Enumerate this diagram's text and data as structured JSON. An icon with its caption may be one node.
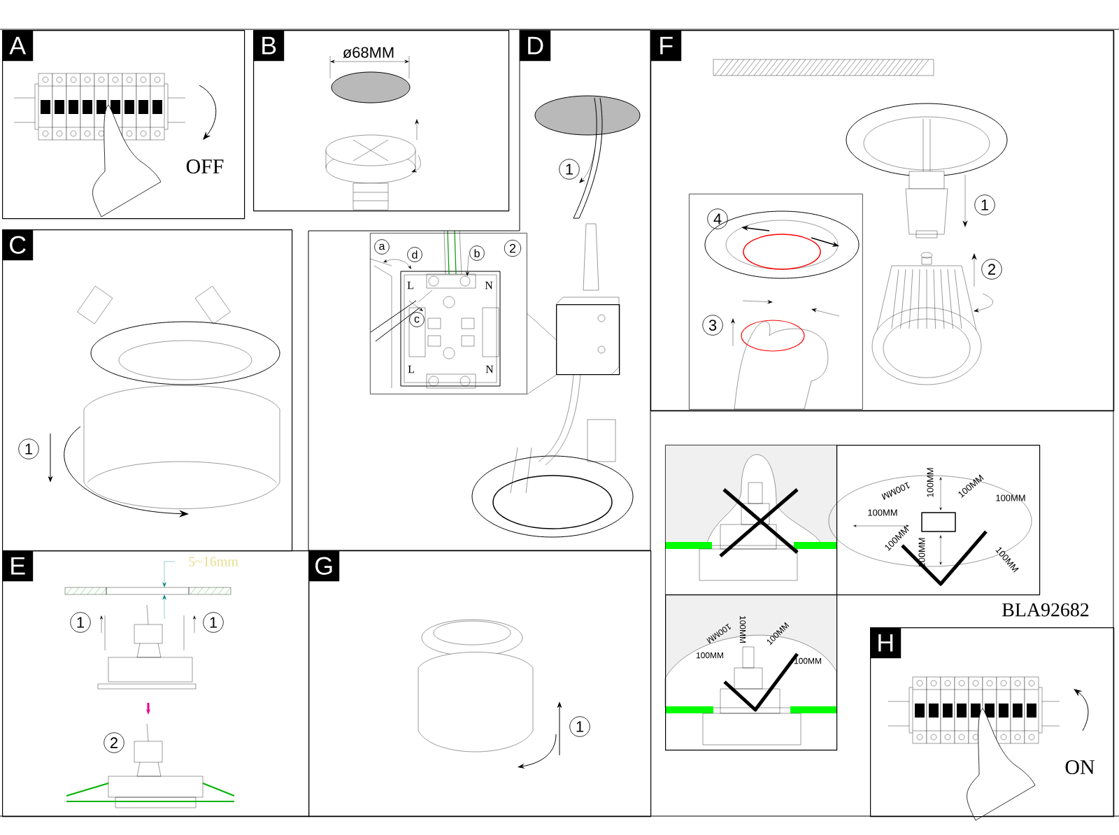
{
  "diagram": {
    "nodes": [
      {
        "text": [
          "A",
          "OFF"
        ]
      },
      {
        "text": [
          "B",
          "ø68MM"
        ]
      },
      {
        "text": [
          "C",
          "1"
        ]
      },
      {
        "text": [
          "D",
          "1"
        ]
      },
      {
        "text": [
          "a",
          "d",
          "b",
          "2",
          "L",
          "N",
          "c",
          "L",
          "N"
        ],
        "in": 3
      },
      {
        "text": [
          "E",
          "5~16mm",
          "1",
          "1",
          "2"
        ]
      },
      {
        "text": [
          "F",
          "1",
          "2"
        ]
      },
      {
        "text": [
          "4",
          "3"
        ],
        "in": 6
      },
      {
        "text": [
          "G",
          "1"
        ]
      },
      {
        "text": [],
        "shape": "picture"
      },
      {
        "text": [
          "100MM",
          "100MM",
          "100MM",
          "100MM",
          "100MM",
          "100MM",
          "100MM",
          "100MM"
        ]
      },
      {
        "text": [
          "100MM",
          "100MM",
          "100MM",
          "100MM",
          "100MM"
        ]
      },
      {
        "text": [
          "H",
          "ON"
        ]
      },
      {
        "text": [],
        "shape": "box",
        "in": 3
      }
    ],
    "edges": [
      {
        "from": 4,
        "to": 13,
        "arrow": "none"
      },
      {
        "from": 4,
        "to": 13,
        "arrow": "none"
      }
    ],
    "labels": [
      "BLA92682"
    ]
  }
}
